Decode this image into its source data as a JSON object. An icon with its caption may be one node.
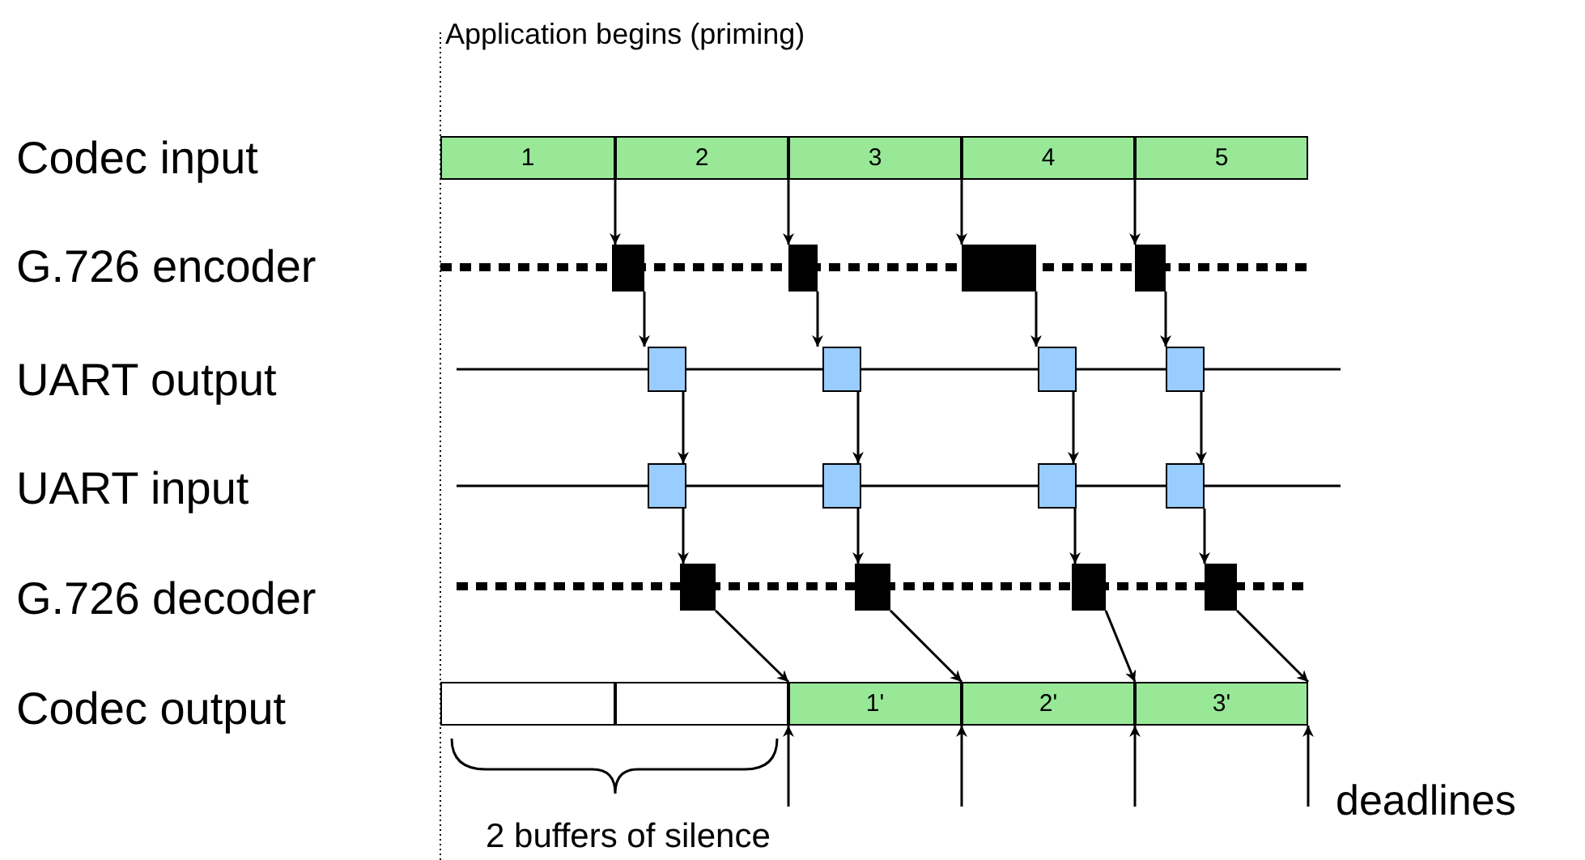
{
  "diagram": {
    "nodes": [
      {
        "text": [
          "1"
        ]
      },
      {
        "text": [
          "2"
        ]
      },
      {
        "text": [
          "3"
        ]
      },
      {
        "text": [
          "4"
        ]
      },
      {
        "text": [
          "5"
        ]
      },
      {
        "text": [],
        "shape": "box"
      },
      {
        "text": [],
        "shape": "box"
      },
      {
        "text": [],
        "shape": "box"
      },
      {
        "text": [],
        "shape": "box"
      },
      {
        "text": [],
        "shape": "box"
      },
      {
        "text": [],
        "shape": "box"
      },
      {
        "text": [],
        "shape": "box"
      },
      {
        "text": [],
        "shape": "box"
      },
      {
        "text": [],
        "shape": "box"
      },
      {
        "text": [],
        "shape": "box"
      },
      {
        "text": [],
        "shape": "box"
      },
      {
        "text": [],
        "shape": "box"
      },
      {
        "text": [],
        "shape": "box"
      },
      {
        "text": [],
        "shape": "box"
      },
      {
        "text": [],
        "shape": "box"
      },
      {
        "text": [],
        "shape": "box"
      },
      {
        "text": [],
        "shape": "box"
      },
      {
        "text": [],
        "shape": "box"
      },
      {
        "text": [
          "1'"
        ]
      },
      {
        "text": [
          "2'"
        ]
      },
      {
        "text": [
          "3'"
        ]
      }
    ],
    "edges": [
      {
        "from": 0,
        "to": 5,
        "arrow": "to"
      },
      {
        "from": 1,
        "to": 6,
        "arrow": "to"
      },
      {
        "from": 2,
        "to": 7,
        "arrow": "to"
      },
      {
        "from": 3,
        "to": 8,
        "arrow": "to"
      },
      {
        "from": 5,
        "to": 9,
        "arrow": "to"
      },
      {
        "from": 6,
        "to": 10,
        "arrow": "to"
      },
      {
        "from": 7,
        "to": 11,
        "arrow": "to"
      },
      {
        "from": 8,
        "to": 12,
        "arrow": "to"
      },
      {
        "from": 9,
        "to": 13,
        "arrow": "to"
      },
      {
        "from": 10,
        "to": 14,
        "arrow": "to"
      },
      {
        "from": 11,
        "to": 15,
        "arrow": "to"
      },
      {
        "from": 12,
        "to": 16,
        "arrow": "to"
      },
      {
        "from": 13,
        "to": 17,
        "arrow": "to"
      },
      {
        "from": 14,
        "to": 18,
        "arrow": "to"
      },
      {
        "from": 15,
        "to": 19,
        "arrow": "to"
      },
      {
        "from": 16,
        "to": 20,
        "arrow": "to"
      },
      {
        "from": 17,
        "to": 23,
        "arrow": "to"
      },
      {
        "from": 18,
        "to": 24,
        "arrow": "to"
      },
      {
        "from": 19,
        "to": 25,
        "arrow": "to"
      },
      {
        "from": 20,
        "to": 25,
        "arrow": "to"
      },
      {
        "from": null,
        "to": 23,
        "arrow": "to"
      },
      {
        "from": null,
        "to": 24,
        "arrow": "to"
      },
      {
        "from": null,
        "to": 25,
        "arrow": "to"
      },
      {
        "from": null,
        "to": 25,
        "arrow": "to"
      }
    ],
    "labels": [
      "Application begins (priming)",
      "Codec input",
      "G.726 encoder",
      "UART output",
      "UART input",
      "G.726 decoder",
      "Codec output",
      "deadlines",
      "2 buffers of silence"
    ]
  }
}
